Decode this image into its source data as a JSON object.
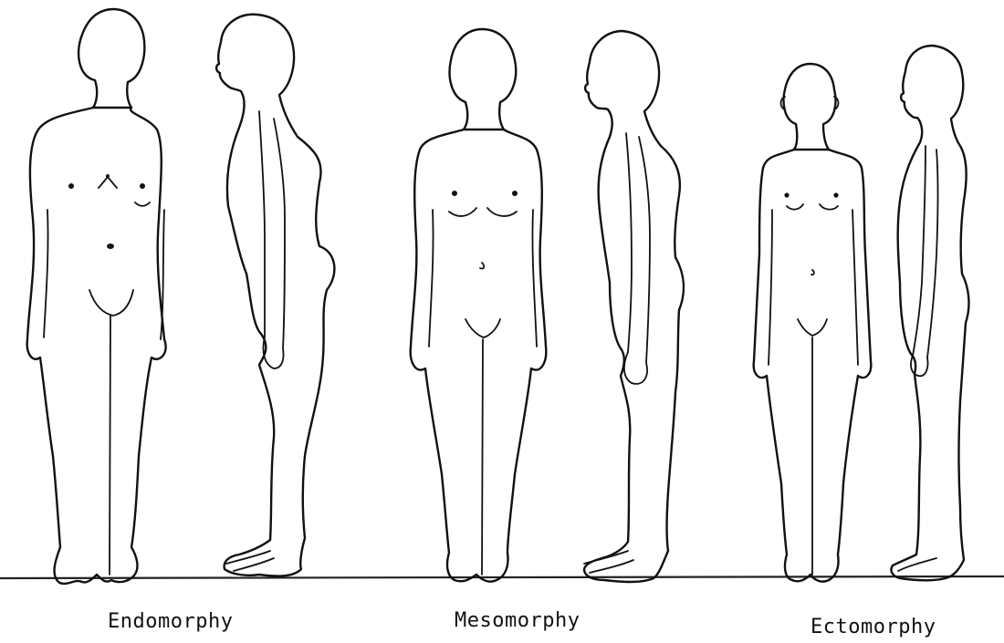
{
  "captions": {
    "endomorphy": "Endomorphy",
    "mesomorphy": "Mesomorphy",
    "ectomorphy": "Ectomorphy"
  },
  "colors": {
    "line": "#111111",
    "background": "#ffffff"
  }
}
